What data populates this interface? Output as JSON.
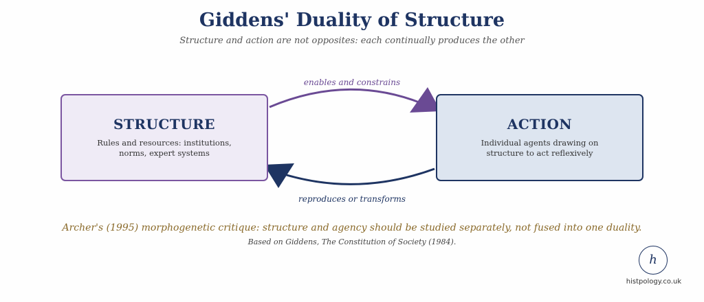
{
  "header": {
    "title": "Giddens' Duality of Structure",
    "subtitle": "Structure and action are not opposites: each continually produces the other"
  },
  "nodes": {
    "structure": {
      "heading": "STRUCTURE",
      "desc_line1": "Rules and resources: institutions,",
      "desc_line2": "norms, expert systems"
    },
    "action": {
      "heading": "ACTION",
      "desc_line1": "Individual agents drawing on",
      "desc_line2": "structure to act reflexively"
    }
  },
  "edges": {
    "structure_to_action": "enables and constrains",
    "action_to_structure": "reproduces or transforms"
  },
  "footer": {
    "critique": "Archer's (1995) morphogenetic critique: structure and agency should be studied separately, not fused into one duality.",
    "source": "Based on Giddens, The Constitution of Society (1984).",
    "logo_letter": "h",
    "site": "histpology.co.uk"
  },
  "colors": {
    "navy": "#1e3462",
    "purple": "#7a55a0",
    "structure_fill": "#efebf6",
    "action_fill": "#dde5f0",
    "critique_text": "#8a6a2a"
  }
}
